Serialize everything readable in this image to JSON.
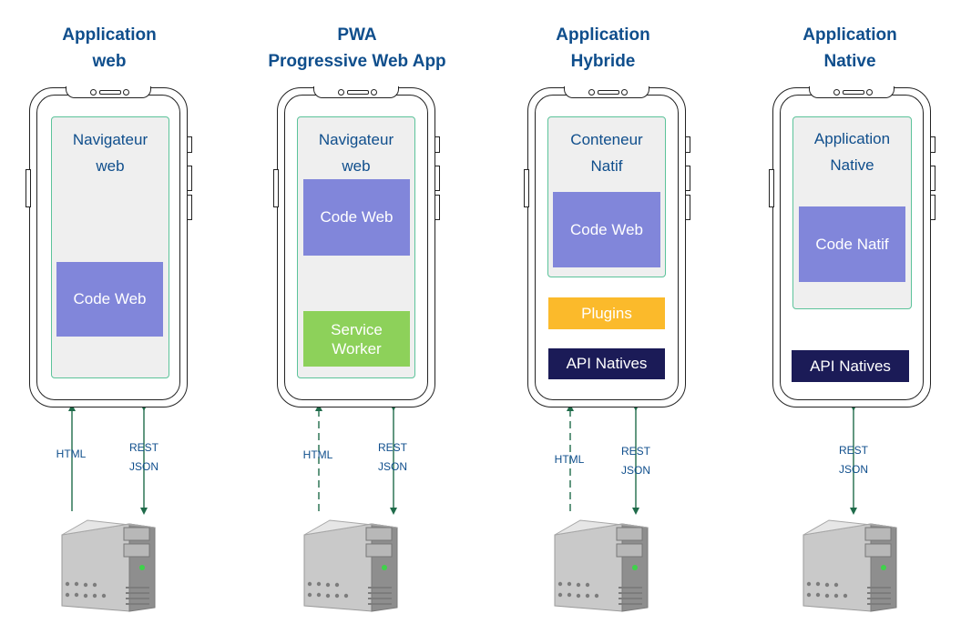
{
  "columns": [
    {
      "title": [
        "Application",
        "web"
      ],
      "screen": [
        "Navigateur",
        "web"
      ],
      "boxes": {
        "code": "Code Web"
      },
      "links": {
        "left": "HTML",
        "right": [
          "REST",
          "JSON"
        ]
      }
    },
    {
      "title": [
        "PWA",
        "Progressive Web App"
      ],
      "screen": [
        "Navigateur",
        "web"
      ],
      "boxes": {
        "code": "Code Web",
        "worker": [
          "Service",
          "Worker"
        ]
      },
      "links": {
        "left": "HTML",
        "right": [
          "REST",
          "JSON"
        ]
      }
    },
    {
      "title": [
        "Application",
        "Hybride"
      ],
      "screen": [
        "Conteneur",
        "Natif"
      ],
      "boxes": {
        "code": "Code Web",
        "plugins": "Plugins",
        "api": "API Natives"
      },
      "links": {
        "left": "HTML",
        "right": [
          "REST",
          "JSON"
        ]
      }
    },
    {
      "title": [
        "Application",
        "Native"
      ],
      "screen": [
        "Application",
        "Native"
      ],
      "boxes": {
        "code": "Code Natif",
        "api": "API Natives"
      },
      "links": {
        "right": [
          "REST",
          "JSON"
        ]
      }
    }
  ],
  "colors": {
    "title": "#0f4e8c",
    "arrow": "#1f6b4a",
    "code_box": "#8186da",
    "service_worker": "#8dd15a",
    "plugins": "#fbba2b",
    "api_natives": "#1b1b57",
    "screen_border": "#5cc39a"
  },
  "icons": [
    "smartphone-icon",
    "server-icon"
  ]
}
